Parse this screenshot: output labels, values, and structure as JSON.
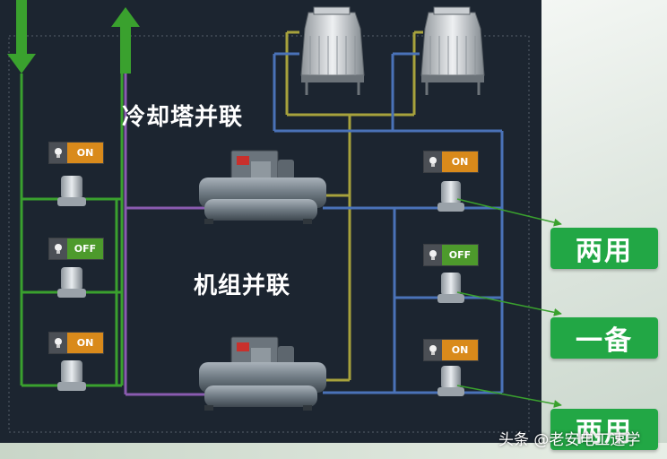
{
  "labels": {
    "cooling_towers_parallel": "冷却塔并联",
    "chillers_parallel": "机组并联"
  },
  "left_pumps": [
    {
      "state": "ON"
    },
    {
      "state": "OFF"
    },
    {
      "state": "ON"
    }
  ],
  "right_pumps": [
    {
      "state": "ON"
    },
    {
      "state": "OFF"
    },
    {
      "state": "ON"
    }
  ],
  "badges": [
    "两用",
    "一备",
    "两用"
  ],
  "watermark": "头条 @老安电工速学",
  "colors": {
    "panel": "#1c2530",
    "green_pipe": "#3aa12e",
    "purple_pipe": "#8a5bb0",
    "blue_pipe": "#4a72b8",
    "olive_pipe": "#a7a23c",
    "on": "#d98a1b",
    "off": "#4d9a2c",
    "badge": "#22a745"
  }
}
